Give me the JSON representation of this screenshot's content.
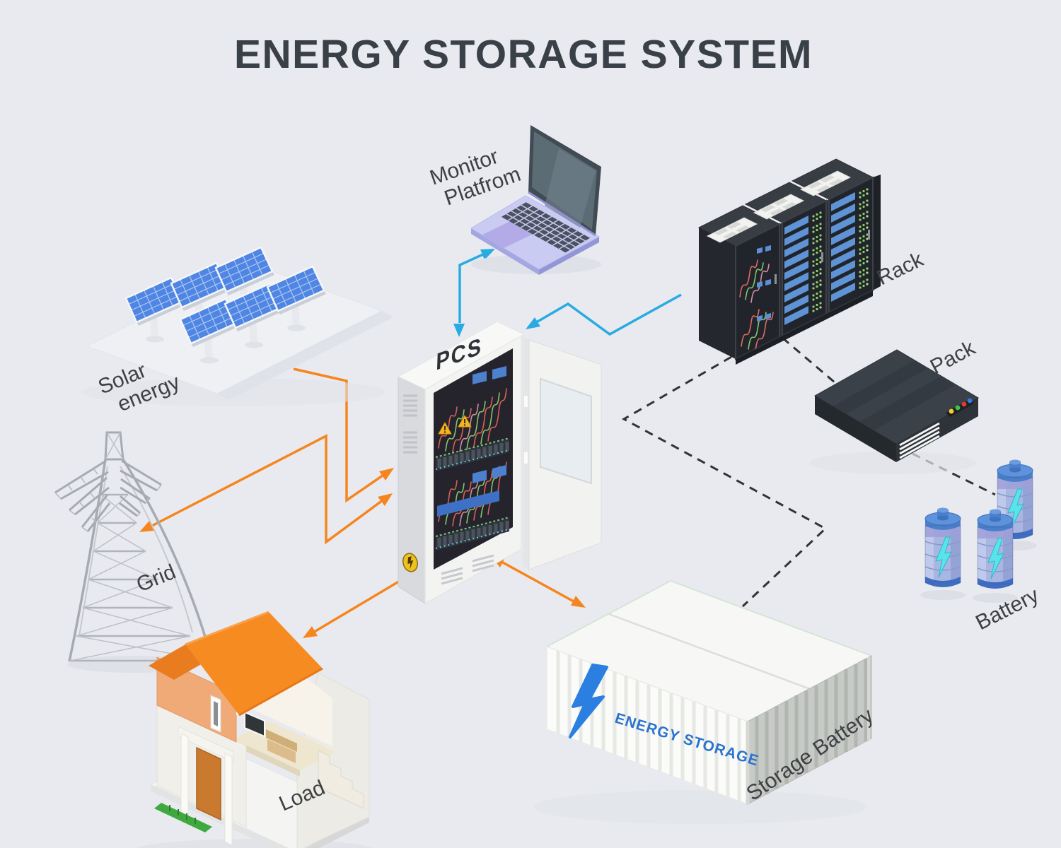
{
  "title": "ENERGY STORAGE SYSTEM",
  "colors": {
    "background": "#e9eaef",
    "accent_orange": "#f5861f",
    "accent_cyan": "#29abe2",
    "dashed_line": "#333333",
    "label_text": "#3f4044",
    "title_text": "#394048",
    "logo_blue": "#2b73cf"
  },
  "components": {
    "solar": {
      "label_line1": "Solar",
      "label_line2": "energy"
    },
    "grid": {
      "label": "Grid"
    },
    "load": {
      "label": "Load"
    },
    "monitor": {
      "label_line1": "Monitor",
      "label_line2": "Platfrom"
    },
    "pcs": {
      "label": "PCS"
    },
    "rack": {
      "label": "Rack"
    },
    "pack": {
      "label": "Pack"
    },
    "battery": {
      "label": "Battery"
    },
    "storage_battery": {
      "label": "Storage Battery",
      "logo_text": "ENERGY STORAGE"
    }
  },
  "connections": [
    {
      "from": "Solar energy",
      "to": "PCS",
      "style": "orange-solid",
      "arrows": "to"
    },
    {
      "from": "Grid",
      "to": "PCS",
      "style": "orange-solid",
      "arrows": "both"
    },
    {
      "from": "PCS",
      "to": "Load",
      "style": "orange-solid",
      "arrows": "to"
    },
    {
      "from": "PCS",
      "to": "Storage Battery",
      "style": "orange-solid",
      "arrows": "both"
    },
    {
      "from": "PCS",
      "to": "Monitor Platfrom",
      "style": "cyan-solid",
      "arrows": "both"
    },
    {
      "from": "Rack",
      "to": "PCS",
      "style": "cyan-solid",
      "arrows": "to"
    },
    {
      "from": "Rack",
      "to": "Storage Battery",
      "style": "black-dashed",
      "arrows": "none"
    },
    {
      "from": "Rack",
      "to": "Pack",
      "style": "black-dashed",
      "arrows": "none"
    },
    {
      "from": "Pack",
      "to": "Battery",
      "style": "black-dashed",
      "arrows": "none"
    }
  ]
}
